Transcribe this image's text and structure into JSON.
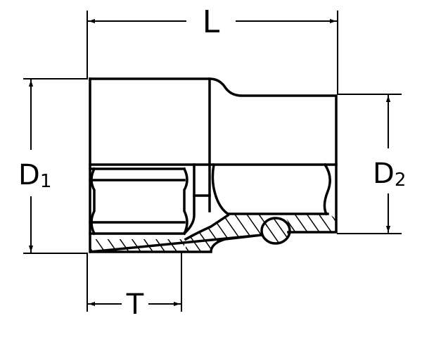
{
  "labels": {
    "length": "L",
    "d1_main": "D",
    "d1_sub": "1",
    "d2_main": "D",
    "d2_sub": "2",
    "drive_depth": "T"
  },
  "colors": {
    "ink": "#000000",
    "paper": "#ffffff"
  }
}
